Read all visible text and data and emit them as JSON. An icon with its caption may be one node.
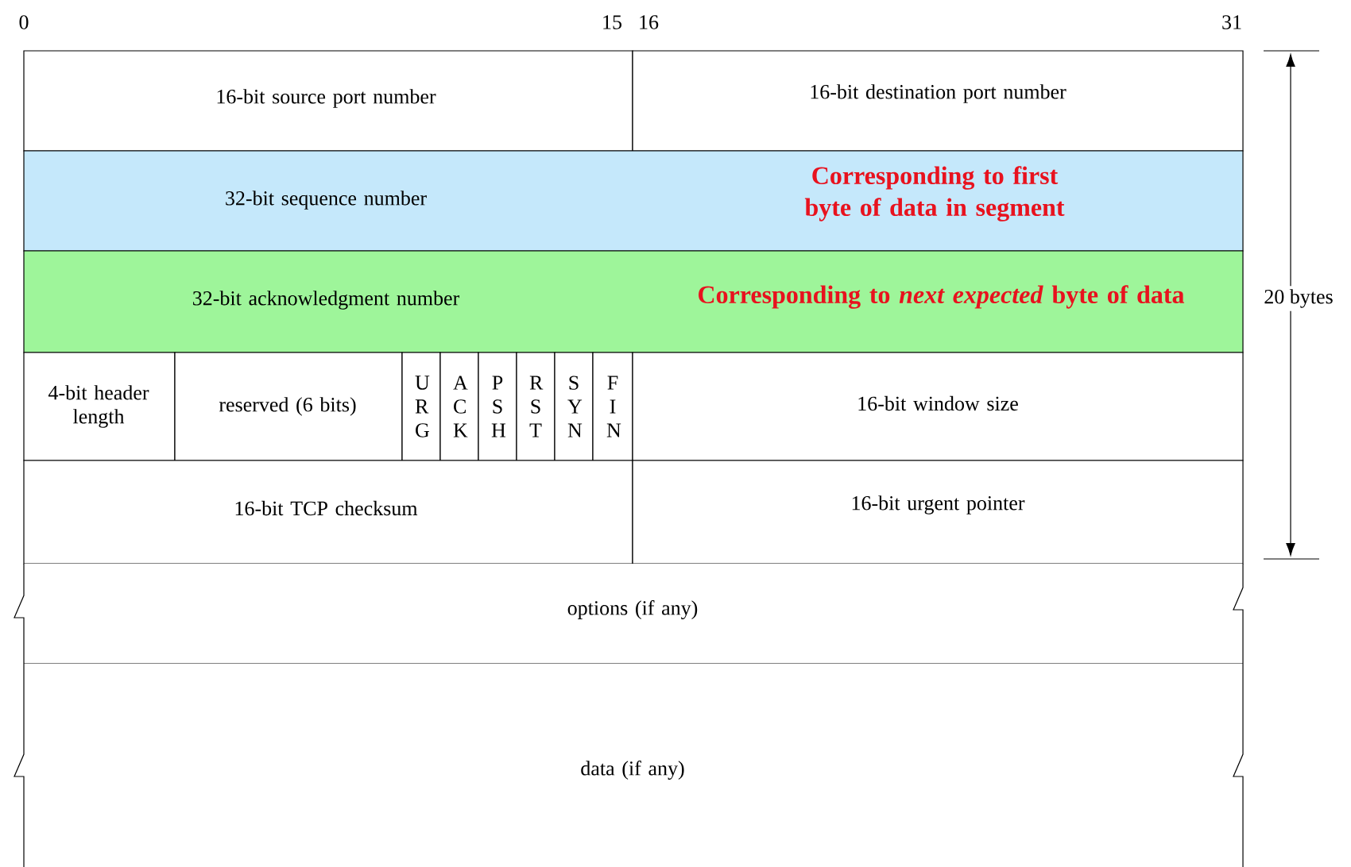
{
  "diagram": {
    "nodes": [
      {
        "text": [
          "16-bit source port number"
        ]
      },
      {
        "text": [
          "16-bit destination port number"
        ]
      },
      {
        "text": [
          "32-bit sequence number",
          "Corresponding to first byte of data in segment"
        ]
      },
      {
        "text": [
          "32-bit acknowledgment number",
          "Corresponding to *next expected* byte of data"
        ]
      },
      {
        "text": [
          "4-bit header length"
        ]
      },
      {
        "text": [
          "reserved (6 bits)"
        ]
      },
      {
        "text": [
          "U R G"
        ]
      },
      {
        "text": [
          "A C K"
        ]
      },
      {
        "text": [
          "P S H"
        ]
      },
      {
        "text": [
          "R S T"
        ]
      },
      {
        "text": [
          "S Y N"
        ]
      },
      {
        "text": [
          "F I N"
        ]
      },
      {
        "text": [
          "16-bit window size"
        ]
      },
      {
        "text": [
          "16-bit TCP checksum"
        ]
      },
      {
        "text": [
          "16-bit urgent pointer"
        ]
      },
      {
        "text": [
          "options (if any)"
        ]
      },
      {
        "text": [
          "data (if any)"
        ]
      }
    ],
    "labels": [
      "0",
      "15",
      "16",
      "31",
      "20 bytes"
    ]
  }
}
